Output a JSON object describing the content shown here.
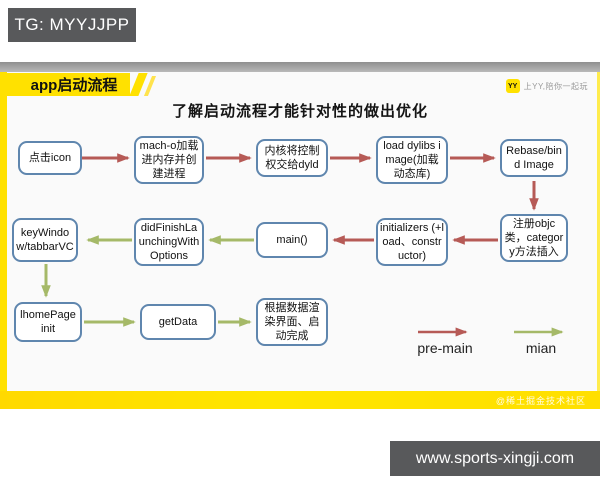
{
  "watermarks": {
    "tg_label": "TG: MYYJJPP",
    "site_url": "www.sports-xingji.com",
    "juejin_credit": "@稀土掘金技术社区"
  },
  "slide": {
    "banner_title": "app启动流程",
    "brand": {
      "logo_text": "YY",
      "slogan": "上YY,陪你一起玩"
    },
    "heading": "了解启动流程才能针对性的做出优化",
    "flowchart": {
      "nodes": [
        {
          "id": "click-icon",
          "label": "点击icon"
        },
        {
          "id": "macho-load",
          "label": "mach-o加载进内存并创建进程"
        },
        {
          "id": "kernel-dyld",
          "label": "内核将控制权交给dyld"
        },
        {
          "id": "load-dylibs",
          "label": "load dylibs image(加载动态库)"
        },
        {
          "id": "rebase-bind",
          "label": "Rebase/bind Image"
        },
        {
          "id": "register-objc",
          "label": "注册objc类，category方法插入"
        },
        {
          "id": "initializers",
          "label": "initializers (+load、constructor)"
        },
        {
          "id": "main",
          "label": "main()"
        },
        {
          "id": "did-finish",
          "label": "didFinishLaunchingWithOptions"
        },
        {
          "id": "key-window",
          "label": "keyWindow/tabbarVC"
        },
        {
          "id": "homepage-init",
          "label": "lhomePage init"
        },
        {
          "id": "get-data",
          "label": "getData"
        },
        {
          "id": "render-done",
          "label": "根据数据渲染界面、启动完成"
        }
      ],
      "legend": [
        {
          "label": "pre-main",
          "color": "#b65a56"
        },
        {
          "label": "mian",
          "color": "#a5b968"
        }
      ]
    },
    "colors": {
      "pre_main_arrow": "#b65a56",
      "main_arrow": "#a5b968",
      "accent_yellow": "#ffe100",
      "node_border": "#5f86ae",
      "watermark_gray": "#58595b"
    }
  }
}
